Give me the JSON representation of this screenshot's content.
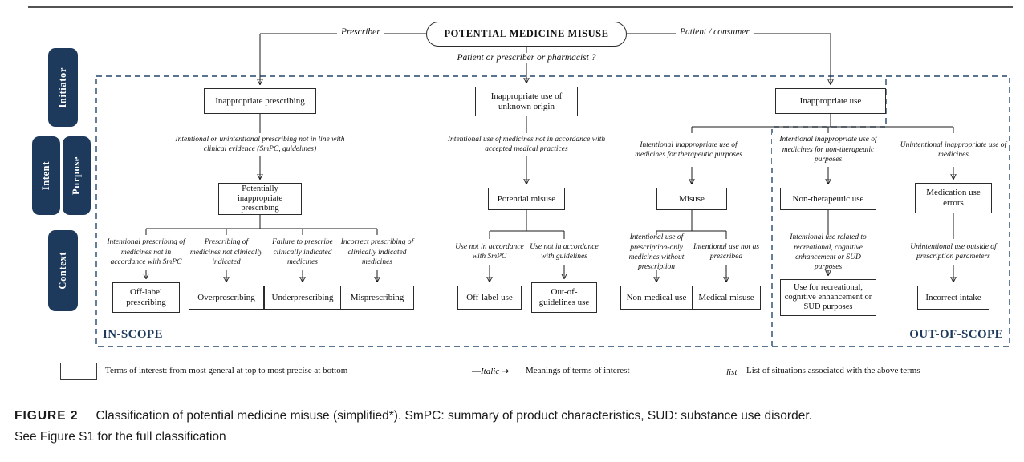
{
  "figure": {
    "root_title": "POTENTIAL MEDICINE MISUSE",
    "branch_labels": {
      "prescriber": "Prescriber",
      "patient_consumer": "Patient / consumer",
      "question": "Patient or prescriber or pharmacist ?"
    },
    "axis": {
      "initiator": "Initiator",
      "intent": "Intent",
      "purpose": "Purpose",
      "context": "Context"
    },
    "scope": {
      "in_label": "IN-SCOPE",
      "out_label": "OUT-OF-SCOPE"
    },
    "level1": {
      "prescribing": "Inappropriate prescribing",
      "unknown": "Inappropriate use of unknown origin",
      "use": "Inappropriate use"
    },
    "meanings1": {
      "prescribing": "Intentional or unintentional prescribing not in line with clinical evidence (SmPC, guidelines)",
      "unknown": "Intentional use of medicines not in accordance with accepted medical practices",
      "therapeutic": "Intentional inappropriate use of medicines for therapeutic purposes",
      "non_therapeutic": "Intentional inappropriate use of medicines for non-therapeutic purposes",
      "unintentional": "Unintentional inappropriate use of medicines"
    },
    "level2": {
      "pip": "Potentially inappropriate prescribing",
      "potential_misuse": "Potential misuse",
      "misuse": "Misuse",
      "non_therapeutic": "Non-therapeutic use",
      "med_errors": "Medication use errors"
    },
    "meanings2": {
      "off_label_rx": "Intentional prescribing of medicines not in accordance with SmPC",
      "over_rx": "Prescribing of medicines not clinically indicated",
      "under_rx": "Failure to prescribe clinically indicated medicines",
      "mis_rx": "Incorrect prescribing of clinically indicated medicines",
      "off_label_use": "Use not in accordance with SmPC",
      "oog_use": "Use not in accordance with guidelines",
      "non_medical": "Intentional use of prescription-only medicines without prescription",
      "medical_misuse": "Intentional use not as prescribed",
      "recreational": "Intentional use related to recreational, cognitive enhancement or SUD purposes",
      "incorrect_intake": "Unintentional use outside of prescription parameters"
    },
    "leaves": {
      "off_label_rx": "Off-label prescribing",
      "over_rx": "Overprescribing",
      "under_rx": "Underprescribing",
      "mis_rx": "Misprescribing",
      "off_label_use": "Off-label use",
      "oog_use": "Out-of-guidelines use",
      "non_medical": "Non-medical use",
      "medical_misuse": "Medical misuse",
      "recreational": "Use for recreational, cognitive enhancement or SUD purposes",
      "incorrect_intake": "Incorrect intake"
    }
  },
  "legend": {
    "terms_text": "Terms of interest: from most general at top to most precise at bottom",
    "italic_dash": "—",
    "italic_word": "Italic",
    "italic_arrow": "→",
    "meanings_text": "Meanings of terms of interest",
    "list_word": "list",
    "list_text": "List of situations associated with the above terms"
  },
  "caption": {
    "label": "FIGURE 2",
    "text": "Classification of potential medicine misuse (simplified*). SmPC: summary of product characteristics, SUD: substance use disorder.",
    "line2": "See Figure S1 for the full classification"
  },
  "colors": {
    "navy": "#1d3a5c",
    "dashed_border": "#24466b",
    "box_border": "#2b2b2b"
  }
}
